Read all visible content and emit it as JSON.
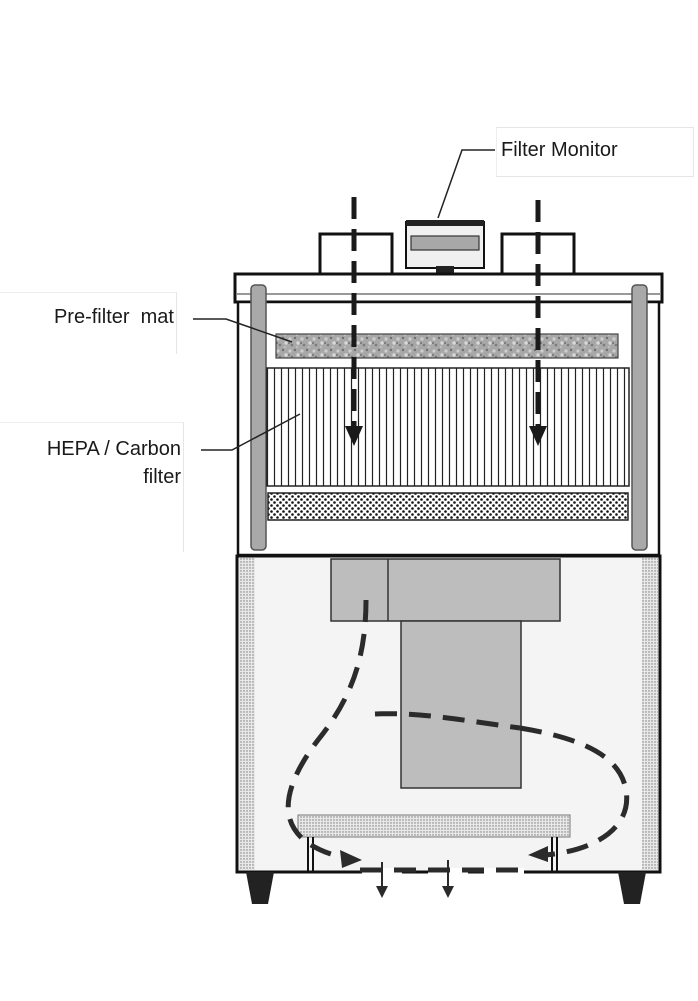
{
  "labels": {
    "filter_monitor": "Filter Monitor",
    "prefilter_mat": "Pre-filter  mat",
    "hepa_line1": "HEPA / Carbon",
    "hepa_line2": "filter"
  },
  "colors": {
    "outline": "#111111",
    "filter_gray": "#9a9a9a",
    "block_gray": "#bdbdbd",
    "rail_gray": "#a9a9a9",
    "cabinet_lower": "#f4f4f4",
    "flow_arrows": "#2b2b2b"
  }
}
